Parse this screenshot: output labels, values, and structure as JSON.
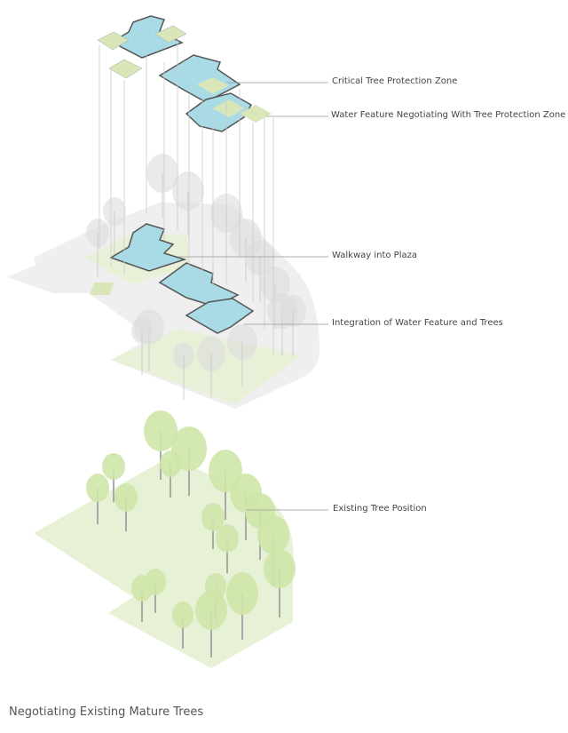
{
  "labels": {
    "critical_zone": "Critical Tree Protection Zone",
    "water_feature": "Water Feature Negotiating With Tree Protection Zone",
    "walkway": "Walkway into Plaza",
    "integration": "Integration of Water Feature and Trees",
    "existing_trees": "Existing Tree Position"
  },
  "caption": "Negotiating Existing Mature Trees",
  "colors": {
    "water": "#a9dbe6",
    "protection_zone": "#d9e7b8",
    "ground_green": "#e4f0d2",
    "tree_green": "#cfe6a8",
    "tree_gray": "#dcdcdc",
    "plaza": "#efefef",
    "leader": "#999999"
  }
}
